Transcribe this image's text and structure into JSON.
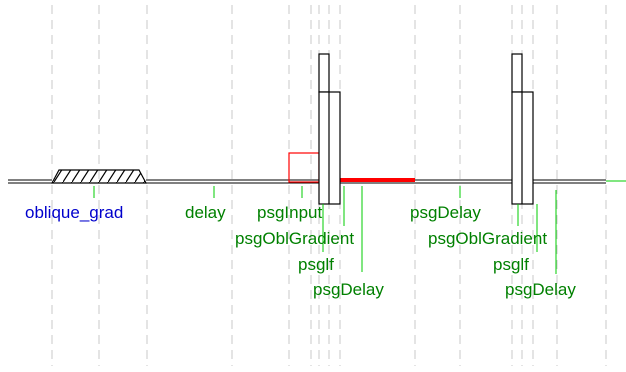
{
  "colors": {
    "background": "#ffffff",
    "baseline": "#000000",
    "guide": "#c8c8c8",
    "label_blue": "#0000cc",
    "label_green": "#008000",
    "leader_green": "#00cc00",
    "highlight_red": "#ff0000"
  },
  "labels": {
    "oblique_grad": "oblique_grad",
    "delay": "delay",
    "psg_input": "psgInput",
    "psg_obl_gradient_1": "psgOblGradient",
    "psg_if_1": "psglf",
    "psg_delay_1": "psgDelay",
    "psg_delay_2": "psgDelay",
    "psg_obl_gradient_2": "psgOblGradient",
    "psg_if_2": "psglf",
    "psg_delay_3": "psgDelay"
  }
}
